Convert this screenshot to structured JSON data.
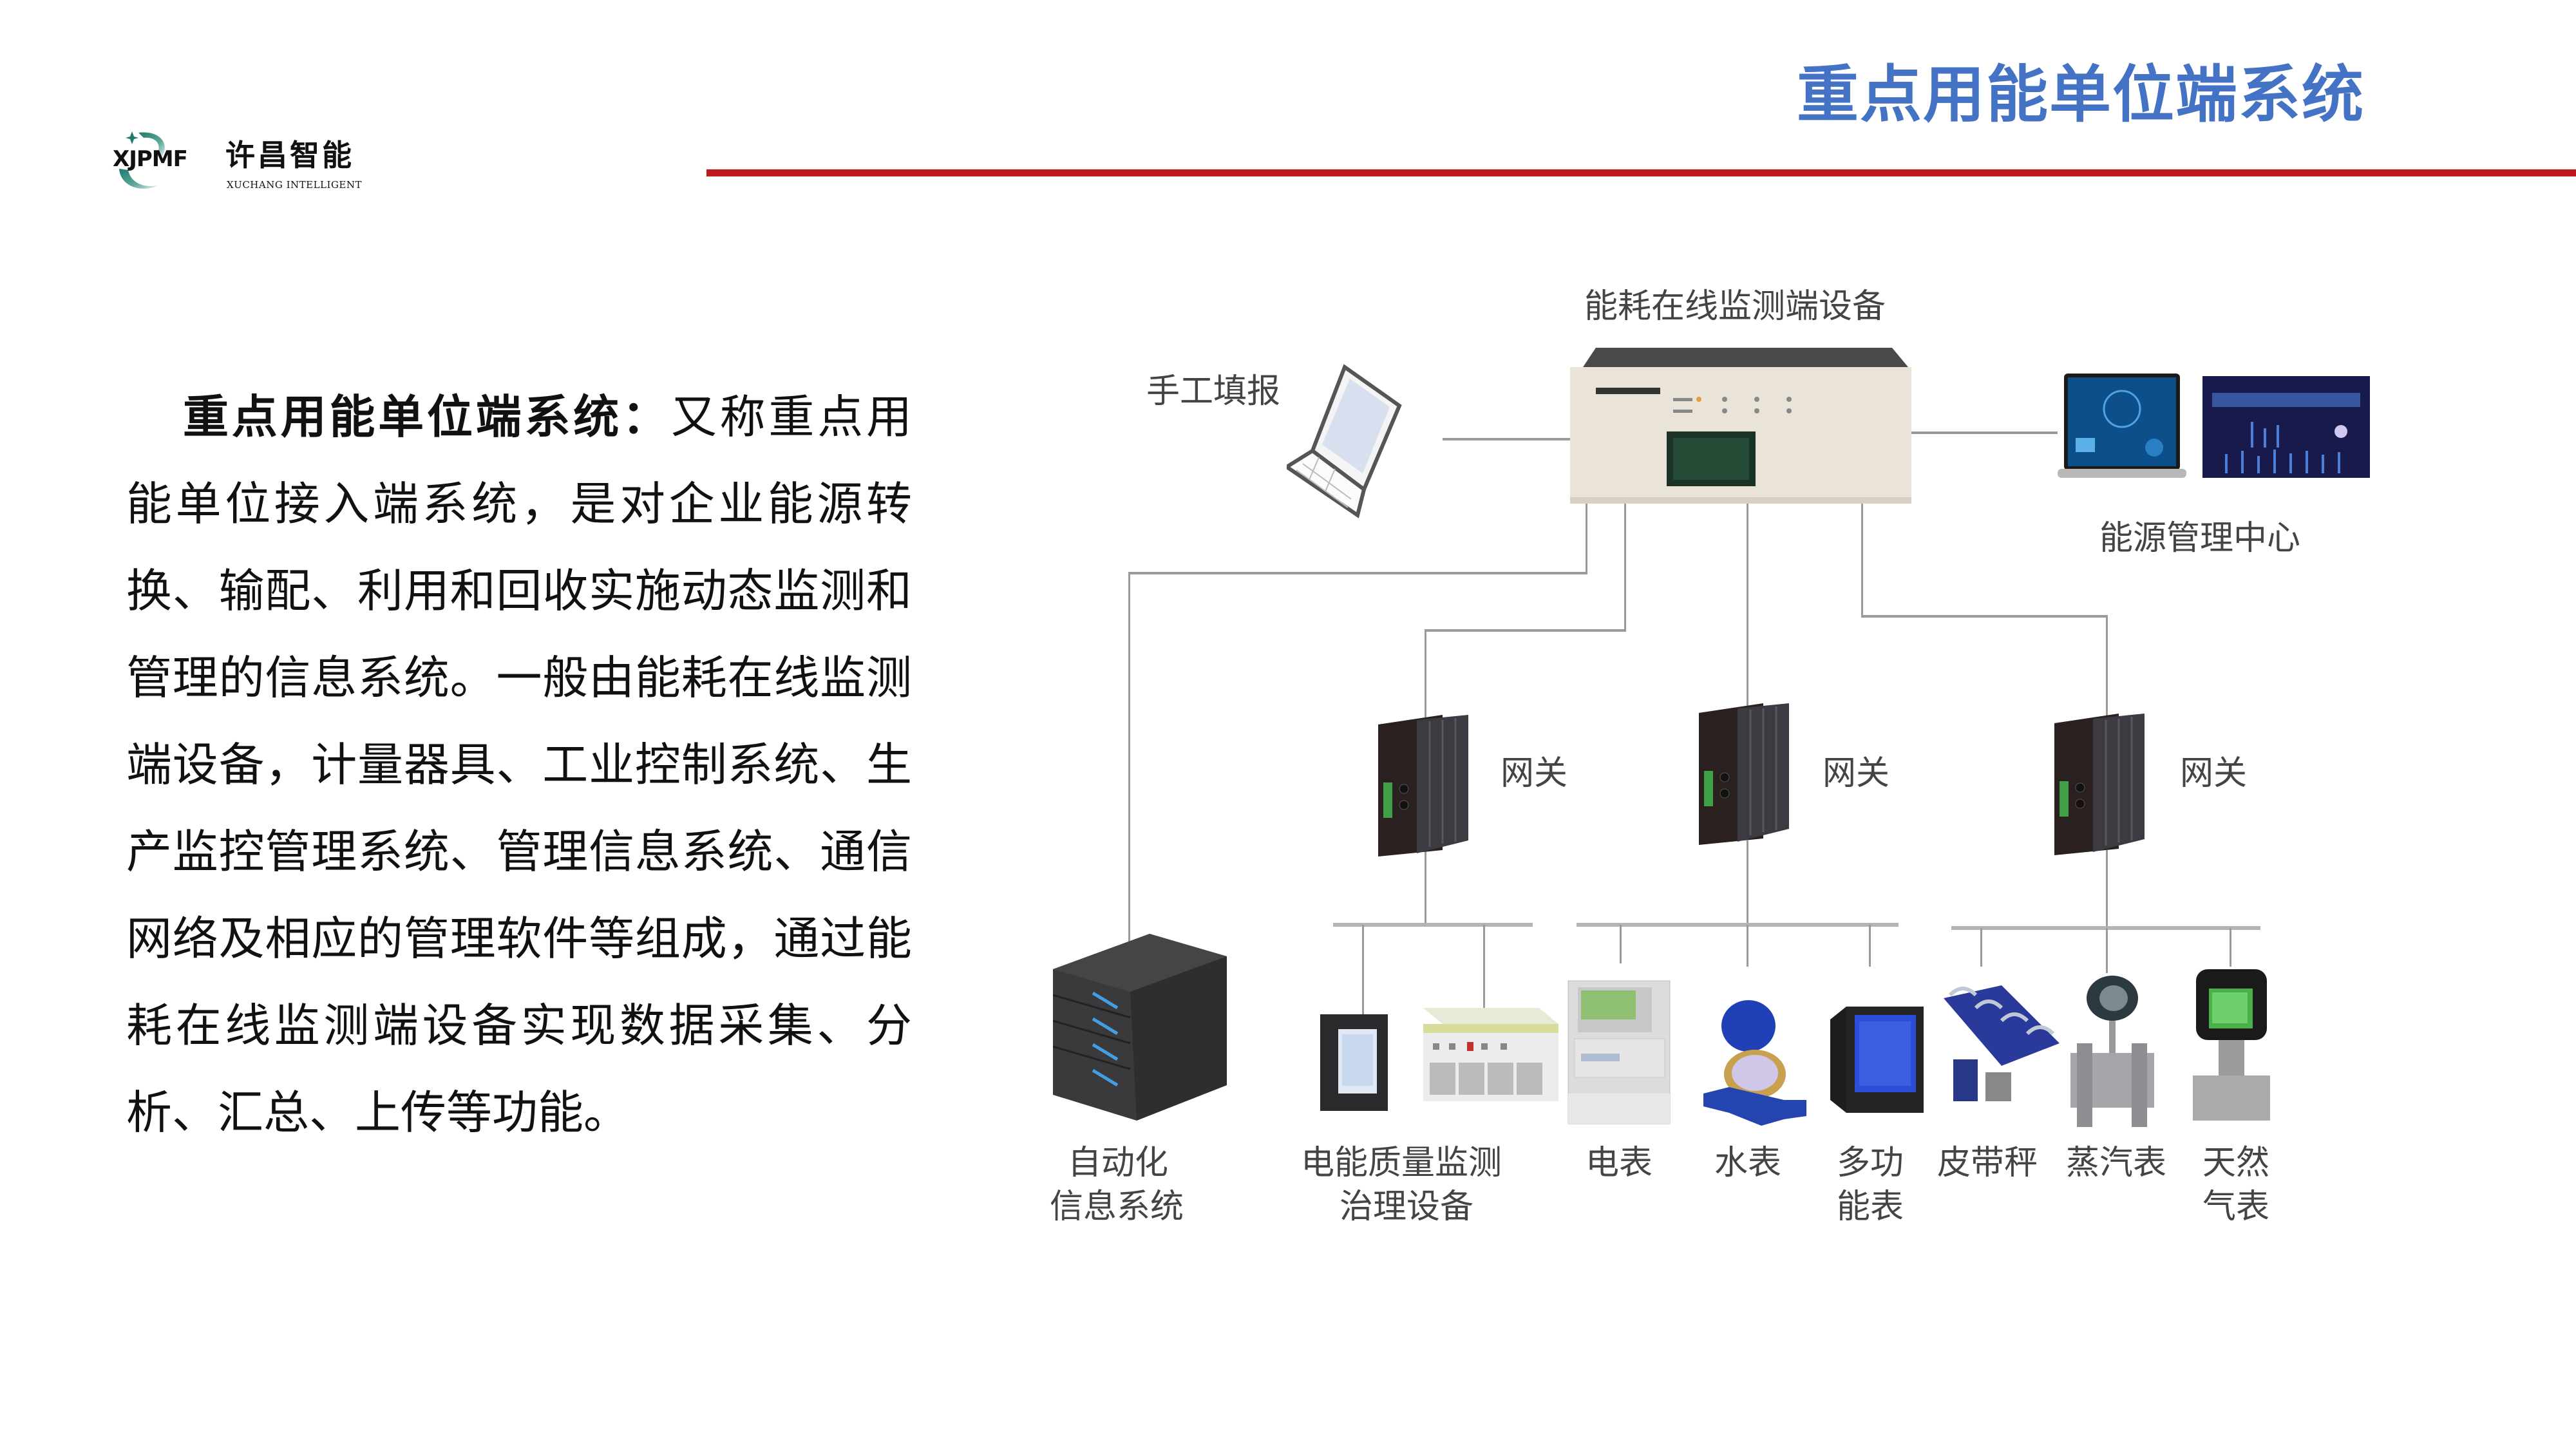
{
  "header": {
    "title": "重点用能单位端系统",
    "accent_color": "#4472C4",
    "rule_color": "#C0181F"
  },
  "logo": {
    "latin": "XJPMF",
    "chinese": "许昌智能",
    "english": "XUCHANG INTELLIGENT",
    "mark_color": "#1F7A6E"
  },
  "body": {
    "lead": "重点用能单位端系统：",
    "text": "又称重点用能单位接入端系统，是对企业能源转换、输配、利用和回收实施动态监测和管理的信息系统。一般由能耗在线监测端设备，计量器具、工业控制系统、生产监控管理系统、管理信息系统、通信网络及相应的管理软件等组成，通过能耗在线监测端设备实现数据采集、分析、汇总、上传等功能。"
  },
  "diagram": {
    "center_device": {
      "label": "能耗在线监测端设备",
      "icon": "monitoring-terminal-icon"
    },
    "manual_entry": {
      "label": "手工填报",
      "icon": "laptop-icon"
    },
    "energy_center": {
      "label": "能源管理中心",
      "icon": "dashboard-screens-icon"
    },
    "gateways": [
      {
        "label": "网关",
        "icon": "gateway-icon"
      },
      {
        "label": "网关",
        "icon": "gateway-icon"
      },
      {
        "label": "网关",
        "icon": "gateway-icon"
      }
    ],
    "automation": {
      "line1": "自动化",
      "line2": "信息系统",
      "icon": "server-icon"
    },
    "power_quality": {
      "line1": "电能质量监测",
      "line2": "治理设备",
      "icon": "power-quality-icon"
    },
    "meters": [
      {
        "line1": "电表",
        "line2": "",
        "icon": "electricity-meter-icon"
      },
      {
        "line1": "水表",
        "line2": "",
        "icon": "water-meter-icon"
      },
      {
        "line1": "多功",
        "line2": "能表",
        "icon": "multifunction-meter-icon"
      },
      {
        "line1": "皮带秤",
        "line2": "",
        "icon": "belt-scale-icon"
      },
      {
        "line1": "蒸汽表",
        "line2": "",
        "icon": "steam-meter-icon"
      },
      {
        "line1": "天然",
        "line2": "气表",
        "icon": "gas-meter-icon"
      }
    ]
  }
}
